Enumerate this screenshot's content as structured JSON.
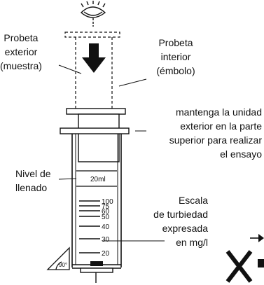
{
  "labels": {
    "outer_tube": [
      "Probeta",
      "exterior",
      "(muestra)"
    ],
    "inner_tube": [
      "Probeta",
      "interior",
      "(émbolo)"
    ],
    "instruction": [
      "mantenga la unidad",
      "exterior en la parte",
      "superior para realizar",
      "el ensayo"
    ],
    "fill_level": [
      "Nivel de",
      "llenado"
    ],
    "scale": [
      "Escala",
      "de turbiedad",
      "expresada",
      "en mg/l"
    ],
    "fill_mark": "20ml"
  },
  "scale_ticks": [
    "100",
    "75",
    "60",
    "50",
    "40",
    "30",
    "20"
  ],
  "icons": [
    "eye-icon",
    "down-arrow-icon",
    "x-mark-icon",
    "right-arrow-icon",
    "angle-90-icon"
  ],
  "colors": {
    "ink": "#111111",
    "background": "#ffffff"
  }
}
